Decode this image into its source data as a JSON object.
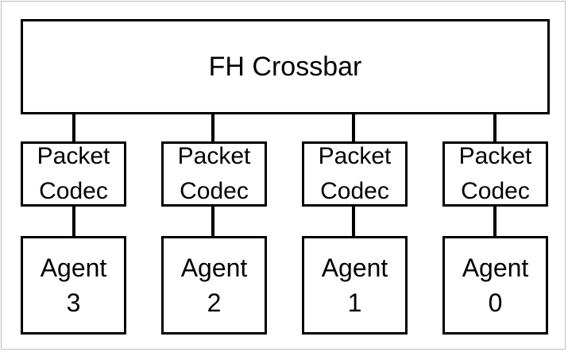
{
  "crossbar": {
    "label": "FH Crossbar"
  },
  "columns": [
    {
      "codec_label": "Packet\nCodec",
      "agent_label": "Agent\n3"
    },
    {
      "codec_label": "Packet\nCodec",
      "agent_label": "Agent\n2"
    },
    {
      "codec_label": "Packet\nCodec",
      "agent_label": "Agent\n1"
    },
    {
      "codec_label": "Packet\nCodec",
      "agent_label": "Agent\n0"
    }
  ]
}
